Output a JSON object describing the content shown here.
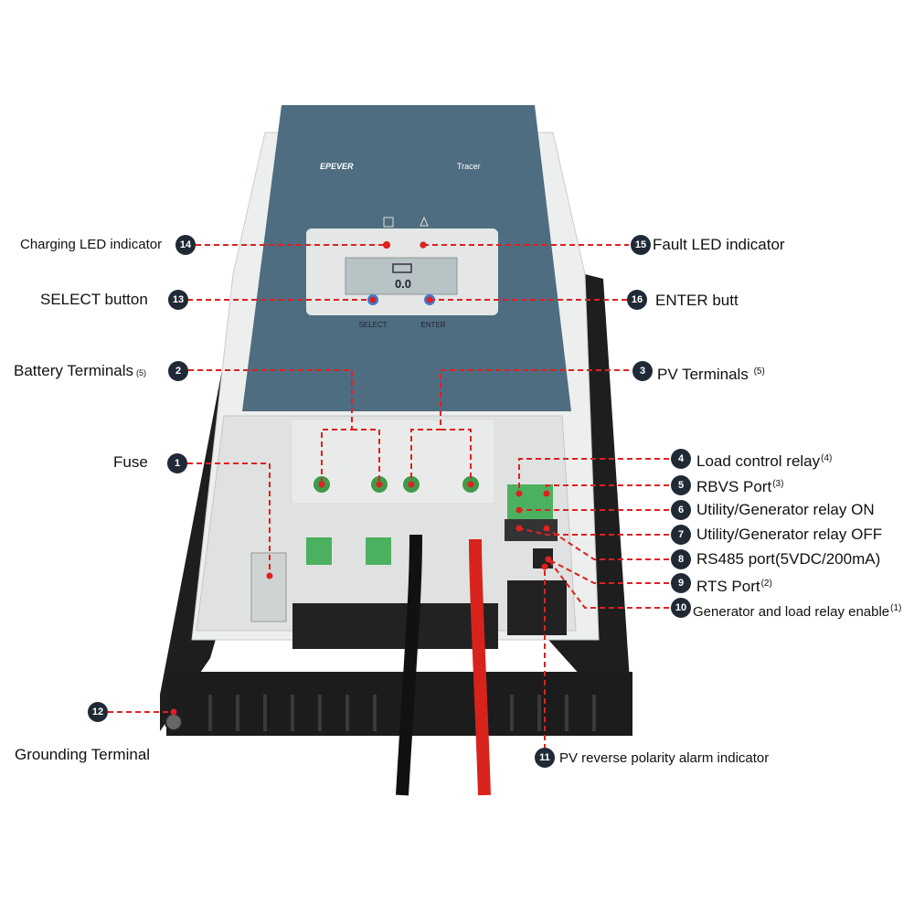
{
  "device": {
    "brand": "EPEVER",
    "model": "Tracer",
    "lcd_value": "0.0",
    "select_label": "SELECT",
    "enter_label": "ENTER"
  },
  "callouts": [
    {
      "num": "14",
      "text": "Charging LED indicator",
      "sup": ""
    },
    {
      "num": "15",
      "text": "Fault LED indicator",
      "sup": ""
    },
    {
      "num": "13",
      "text": "SELECT button",
      "sup": ""
    },
    {
      "num": "16",
      "text": "ENTER butt",
      "sup": ""
    },
    {
      "num": "2",
      "text": "Battery Terminals",
      "sup": "(5)"
    },
    {
      "num": "3",
      "text": "PV Terminals",
      "sup": "(5)"
    },
    {
      "num": "1",
      "text": "Fuse",
      "sup": ""
    },
    {
      "num": "4",
      "text": "Load control relay",
      "sup": "(4)"
    },
    {
      "num": "5",
      "text": "RBVS Port",
      "sup": "(3)"
    },
    {
      "num": "6",
      "text": "Utility/Generator relay ON",
      "sup": ""
    },
    {
      "num": "7",
      "text": "Utility/Generator relay OFF",
      "sup": ""
    },
    {
      "num": "8",
      "text": "RS485 port(5VDC/200mA)",
      "sup": ""
    },
    {
      "num": "9",
      "text": "RTS Port",
      "sup": "(2)"
    },
    {
      "num": "10",
      "text": "Generator and load relay enable",
      "sup": "(1)"
    },
    {
      "num": "12",
      "text": "Grounding Terminal",
      "sup": ""
    },
    {
      "num": "11",
      "text": "PV reverse polarity alarm indicator",
      "sup": ""
    }
  ],
  "colors": {
    "leader": "#e02020",
    "badge": "#1f2a36",
    "panel": "#4c6a7e",
    "body": "#e9ecea",
    "heatsink": "#1b1b1b"
  }
}
